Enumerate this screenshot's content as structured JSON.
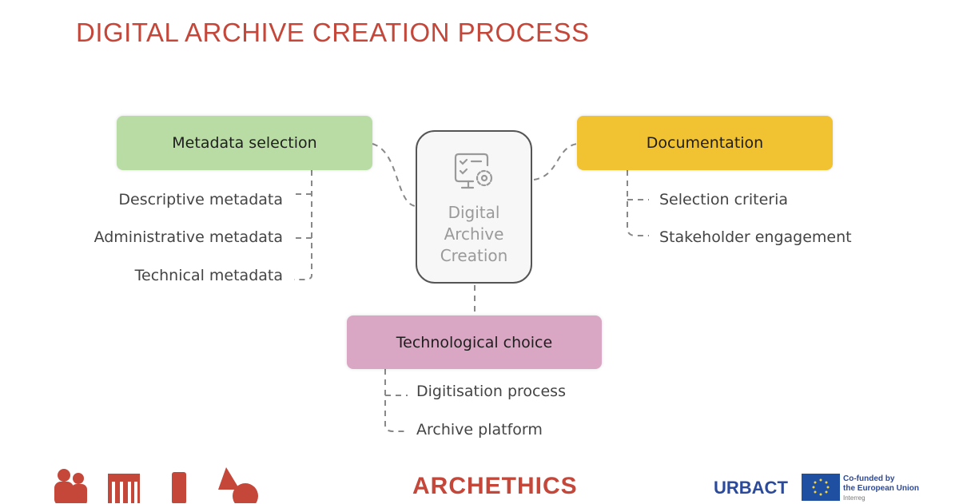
{
  "title": "DIGITAL ARCHIVE CREATION PROCESS",
  "center": {
    "line1": "Digital",
    "line2": "Archive",
    "line3": "Creation",
    "icon": "monitor-checklist-gear-icon"
  },
  "metadata": {
    "label": "Metadata selection",
    "color": "#b9dca5",
    "items": [
      "Descriptive metadata",
      "Administrative metadata",
      "Technical metadata"
    ]
  },
  "documentation": {
    "label": "Documentation",
    "color": "#f1c232",
    "items": [
      "Selection criteria",
      "Stakeholder engagement"
    ]
  },
  "technology": {
    "label": "Technological choice",
    "color": "#d9a7c3",
    "items": [
      "Digitisation process",
      "Archive platform"
    ]
  },
  "footer": {
    "archethics": "ARCHETHICS",
    "urbact": "URBACT",
    "eu_line1": "Co-funded by",
    "eu_line2": "the European Union",
    "interreg": "Interreg"
  },
  "colors": {
    "accent": "#c4473a"
  }
}
